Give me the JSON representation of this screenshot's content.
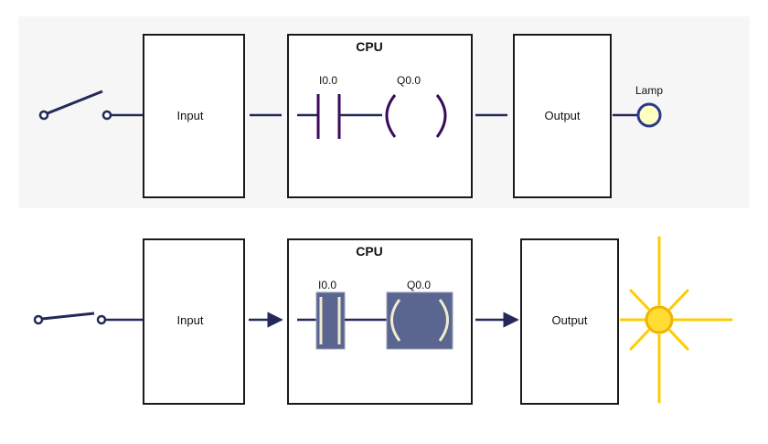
{
  "colors": {
    "panel_background": "#f6f6f6",
    "box_stroke": "#1a1a1a",
    "wire": "#24285a",
    "ladder_symbol": "#3c0a5a",
    "highlight_fill": "#5a6590",
    "highlight_line": "#f0ead0",
    "lamp_off_fill": "#ffffc0",
    "lamp_on_fill": "#ffdd33",
    "lamp_rim": "#2a3a8a",
    "light_rays": "#ffcc00"
  },
  "icons": {
    "switch_open": "open-switch-icon",
    "switch_closed": "closed-switch-icon",
    "contact": "normally-open-contact-icon",
    "coil": "output-coil-icon",
    "lamp_off": "lamp-off-icon",
    "lamp_on": "lamp-on-icon",
    "arrow": "signal-arrow-icon"
  },
  "diagrams": [
    {
      "state": "switch open, lamp off",
      "input_label": "Input",
      "cpu_label": "CPU",
      "contact_label": "I0.0",
      "coil_label": "Q0.0",
      "output_label": "Output",
      "lamp_label": "Lamp"
    },
    {
      "state": "switch closed, lamp on",
      "input_label": "Input",
      "cpu_label": "CPU",
      "contact_label": "I0.0",
      "coil_label": "Q0.0",
      "output_label": "Output",
      "lamp_label": ""
    }
  ]
}
